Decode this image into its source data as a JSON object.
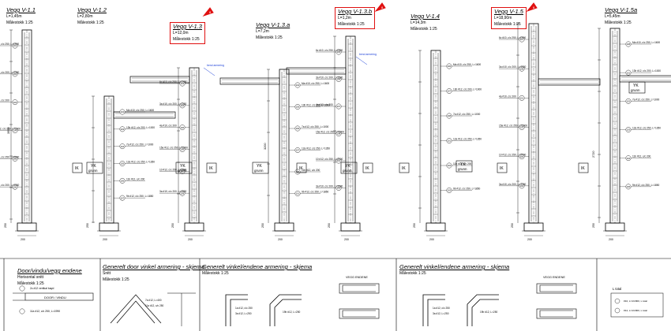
{
  "walls": [
    {
      "title": "Vegg V-1.1",
      "length": "L=1,45m",
      "scale": "Målestokk 1:25",
      "marked": false
    },
    {
      "title": "Vegg V-1.2",
      "length": "L=2,80m",
      "scale": "Målestokk 1:25",
      "marked": false
    },
    {
      "title": "Vegg V-1.3",
      "length": "L=12,0m",
      "scale": "Målestokk 1:25",
      "marked": true
    },
    {
      "title": "Vegg V-1.3.a",
      "length": "L=7,2m",
      "scale": "Målestokk 1:25",
      "marked": false
    },
    {
      "title": "Vegg V-1.3.b",
      "length": "L=1,2m",
      "scale": "Målestokk 1:25",
      "marked": true
    },
    {
      "title": "Vegg V-1.4",
      "length": "L=14,3m",
      "scale": "Målestokk 1:25",
      "marked": false
    },
    {
      "title": "Vegg V-1.5",
      "length": "L=18,90m",
      "scale": "Målestokk 1:25",
      "marked": true
    },
    {
      "title": "Vegg V-1.5a",
      "length": "L=5,45m",
      "scale": "Målestokk 1:25",
      "marked": false
    }
  ],
  "labels": {
    "yk": "YK",
    "grunn": "grunn",
    "ik": "IK",
    "door": "DOOR / VINDU",
    "veggende": "VEGG ENDENE",
    "revision": "8",
    "bend_note": "bend armering"
  },
  "bars_left": [
    "6c #10, c/c 250, L=1990",
    "3a #10, c/c 200, L=1330",
    "4a #10, c/c 200",
    "15a #12, c/c 250, L=2000",
    "10 #12, c/c 250, L=2000",
    "3a #10, c/c 200, L=1330"
  ],
  "bars_right": [
    "Ma #10, c/c 250, L=1600",
    "13b #12, c/c 200, L=1000",
    "7a #12, c/c 250, L=1000",
    "12a #12, c/c 250, L=1350",
    "11b #12, c/c 200",
    "9b #12, c/c 250, L=1850"
  ],
  "bubbles": [
    "101",
    "102",
    "103",
    "104",
    "105",
    "106",
    "107",
    "108"
  ],
  "dims": {
    "h1": "3990",
    "h2": "3200",
    "h3": "2720",
    "base": "250",
    "w1": "200",
    "w2": "300"
  },
  "bottom_sections": [
    {
      "title": "Door/vindu/vegg endene",
      "sub": "Horisontal snitt",
      "scale": "Målestokk 1:25"
    },
    {
      "title": "Generelt door vinkel armering - skjema",
      "sub": "Snitt",
      "scale": "Målestokk 1:25"
    },
    {
      "title": "Generelt vinkel/endene armering - skjema",
      "sub": "",
      "scale": "Målestokk 1:25"
    },
    {
      "title": "Generelt vinkel/endene armering - skjema",
      "sub": "",
      "scale": "Målestokk 1:25"
    }
  ],
  "bottom_bars": [
    "2c #12 vertikal bøyd",
    "11a #12, c/c 250, L=1990",
    "7a #12, L=400",
    "11a #12, c/c 250",
    "1a #12, c/c 250",
    "3a #12, L=250",
    "19b #12, L=250"
  ],
  "legend": {
    "title": "L total",
    "rows": [
      "#10, L=1/1800, L total",
      "#12, L=1/1800, L total"
    ]
  }
}
